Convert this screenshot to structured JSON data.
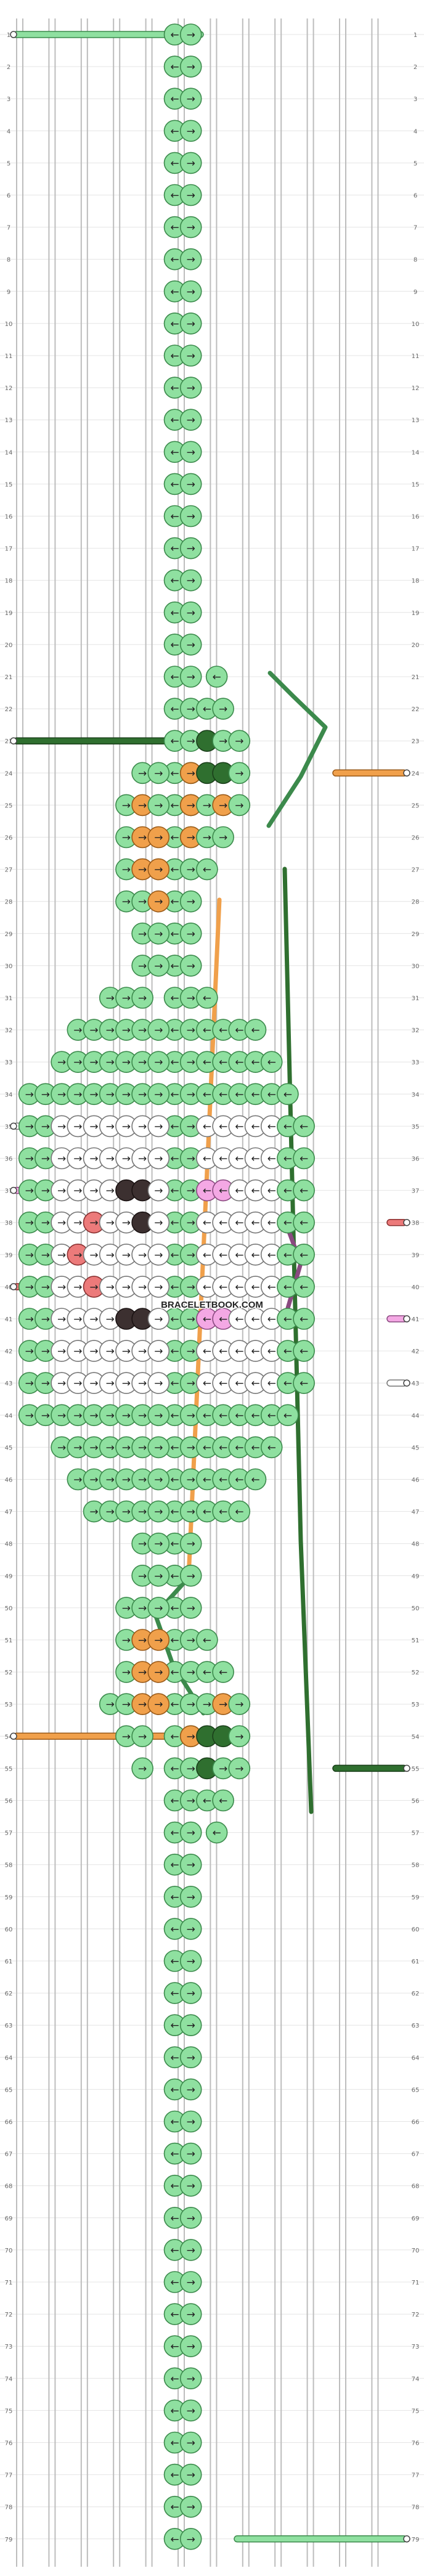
{
  "watermark": "BRACELETBOOK.COM",
  "row_numbers": [
    "1",
    "2",
    "3",
    "4",
    "5",
    "6",
    "7",
    "8",
    "9",
    "10",
    "11",
    "12",
    "13",
    "14",
    "15",
    "16",
    "17",
    "18",
    "19",
    "20",
    "21",
    "22",
    "23",
    "24",
    "25",
    "26",
    "27",
    "28",
    "29",
    "30",
    "31",
    "32",
    "33",
    "34",
    "35",
    "36",
    "37",
    "38",
    "39",
    "40",
    "41",
    "42",
    "43",
    "44",
    "45",
    "46",
    "47",
    "48",
    "49",
    "50",
    "51",
    "52",
    "53",
    "54",
    "55",
    "56",
    "57",
    "58",
    "59",
    "60",
    "61",
    "62",
    "63",
    "64",
    "65",
    "66",
    "67",
    "68",
    "69",
    "70",
    "71",
    "72",
    "73",
    "74",
    "75",
    "76",
    "77",
    "78",
    "79"
  ],
  "colors": {
    "light_green": "#8fe0a0",
    "light_green_stroke": "#3c8a4c",
    "dark_green": "#2f6f2f",
    "dark_green_stroke": "#1a3f1a",
    "orange": "#f0a04b",
    "orange_stroke": "#9a5a18",
    "white": "#ffffff",
    "white_stroke": "#777777",
    "dark_brown": "#3c3030",
    "dark_brown_stroke": "#1a1212",
    "salmon": "#ec7a7a",
    "salmon_stroke": "#8a3030",
    "pink": "#f4a8e4",
    "pink_stroke": "#8a4a80"
  },
  "icons": {
    "arrow_right": "→",
    "arrow_left": "←"
  }
}
